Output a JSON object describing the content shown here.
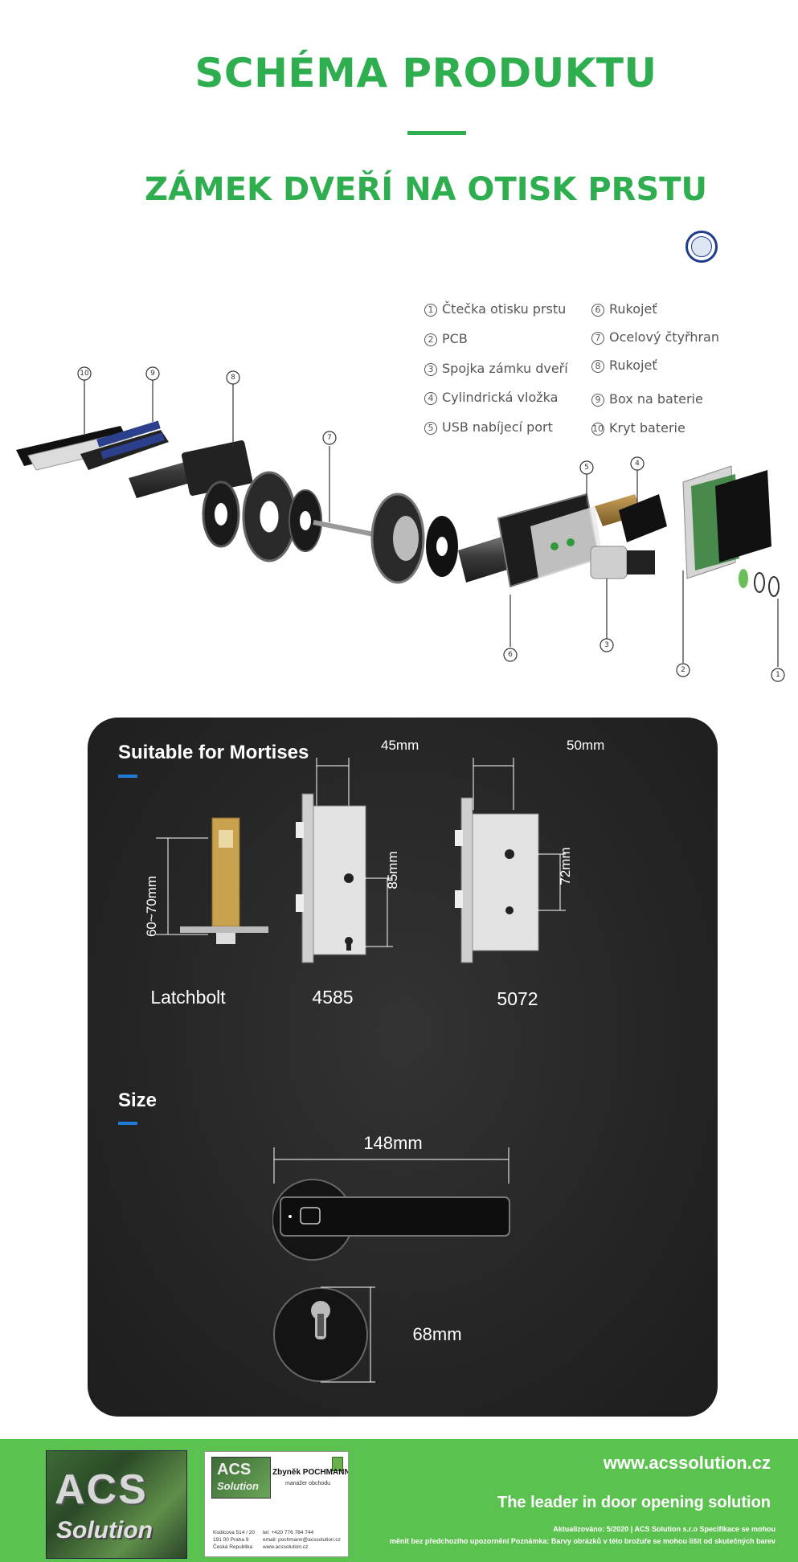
{
  "header": {
    "title": "SCHÉMA PRODUKTU",
    "subtitle": "ZÁMEK DVEŘÍ NA OTISK PRSTU"
  },
  "legend": [
    {
      "num": "1",
      "label": "Čtečka otisku prstu"
    },
    {
      "num": "2",
      "label": "PCB"
    },
    {
      "num": "3",
      "label": "Spojka zámku dveří"
    },
    {
      "num": "4",
      "label": "Cylindrická vložka"
    },
    {
      "num": "5",
      "label": "USB nabíjecí port"
    },
    {
      "num": "6",
      "label": "Rukojeť"
    },
    {
      "num": "7",
      "label": "Ocelový čtyřhran"
    },
    {
      "num": "8",
      "label": "Rukojeť"
    },
    {
      "num": "9",
      "label": "Box na baterie"
    },
    {
      "num": "10",
      "label": "Kryt baterie"
    }
  ],
  "diagram_callouts": [
    "10",
    "9",
    "8",
    "7",
    "5",
    "4",
    "6",
    "3",
    "2",
    "1"
  ],
  "mortises": {
    "heading": "Suitable for Mortises",
    "items": [
      {
        "label": "Latchbolt",
        "dimension": "60~70mm"
      },
      {
        "label": "4585",
        "width": "45mm",
        "height": "85mm"
      },
      {
        "label": "5072",
        "width": "50mm",
        "height": "72mm"
      }
    ]
  },
  "size": {
    "heading": "Size",
    "length": "148mm",
    "diameter": "68mm"
  },
  "footer": {
    "logo_top": "ACS",
    "logo_bottom": "Solution",
    "card": {
      "logo_top": "ACS",
      "logo_bottom": "Solution",
      "name": "Zbyněk POCHMANN",
      "role": "manažer obchodu",
      "address": [
        "Kodicova 514 / 20",
        "191 00 Praha 9",
        "Česká Republika"
      ],
      "contact": [
        "tel: +420 776 784 744",
        "email: pochmann@acssolution.cz",
        "www.acssolution.cz"
      ]
    },
    "website": "www.acssolution.cz",
    "tagline": "The leader in door opening solution",
    "note_line1": "Aktualizováno: 5/2020 | ACS Solution s.r.o Specifikace se mohou",
    "note_line2": "měnit bez předchozího upozornění Poznámka: Barvy obrázků v této brožuře se mohou lišit od skutečných barev"
  },
  "colors": {
    "accent_green": "#2fae4f",
    "footer_green": "#5cc24f",
    "panel_dark": "#262626",
    "accent_blue": "#1f7ad8"
  }
}
